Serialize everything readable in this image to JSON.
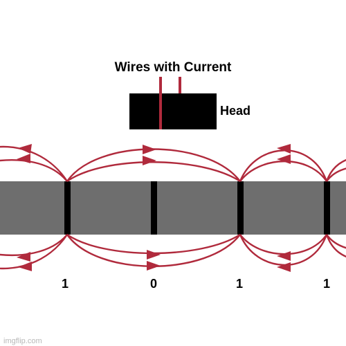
{
  "title": "Wires with Current",
  "head_label": "Head",
  "bit_labels": [
    "1",
    "0",
    "1",
    "1"
  ],
  "watermark": "imgflip.com",
  "colors": {
    "tape": "#6e6e6e",
    "divider": "#000000",
    "field_line": "#b02a3c",
    "head": "#000000",
    "background": "#ffffff"
  }
}
